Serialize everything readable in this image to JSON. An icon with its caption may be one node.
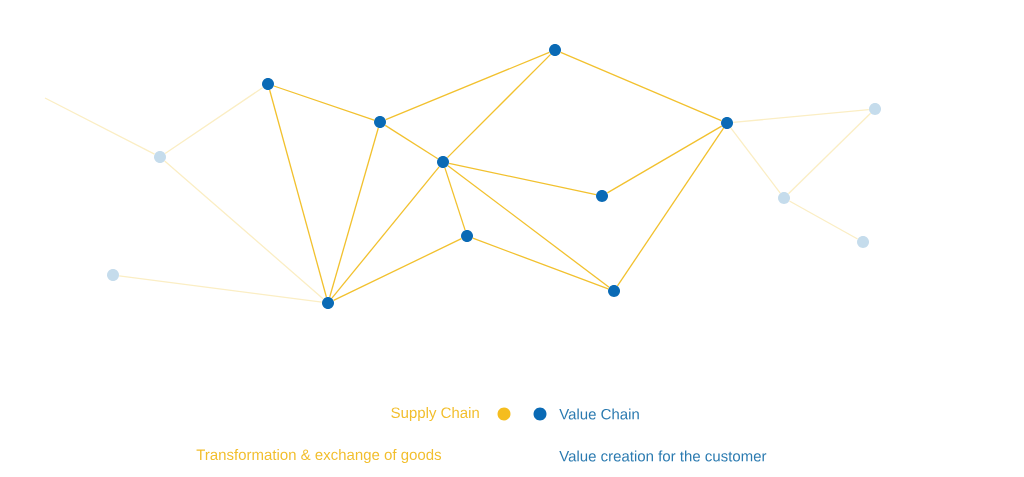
{
  "diagram": {
    "nodes": [
      {
        "text": [],
        "shape": "circle"
      },
      {
        "text": [],
        "shape": "circle"
      },
      {
        "text": [],
        "shape": "circle"
      },
      {
        "text": [],
        "shape": "circle"
      },
      {
        "text": [],
        "shape": "circle"
      },
      {
        "text": [],
        "shape": "circle"
      },
      {
        "text": [],
        "shape": "circle"
      },
      {
        "text": [],
        "shape": "circle"
      },
      {
        "text": [],
        "shape": "circle"
      },
      {
        "text": [],
        "shape": "circle"
      },
      {
        "text": [],
        "shape": "circle"
      },
      {
        "text": [],
        "shape": "circle"
      },
      {
        "text": [],
        "shape": "circle"
      },
      {
        "text": [],
        "shape": "circle"
      }
    ],
    "edges": [
      {
        "from": 2,
        "to": 4,
        "arrow": "none"
      },
      {
        "from": 2,
        "to": 3,
        "arrow": "none"
      },
      {
        "from": 4,
        "to": 7,
        "arrow": "none"
      },
      {
        "from": 4,
        "to": 3,
        "arrow": "none"
      },
      {
        "from": 4,
        "to": 5,
        "arrow": "none"
      },
      {
        "from": 7,
        "to": 5,
        "arrow": "none"
      },
      {
        "from": 7,
        "to": 10,
        "arrow": "none"
      },
      {
        "from": 5,
        "to": 8,
        "arrow": "none"
      },
      {
        "from": 8,
        "to": 10,
        "arrow": "none"
      },
      {
        "from": 5,
        "to": 6,
        "arrow": "none"
      },
      {
        "from": 5,
        "to": 3,
        "arrow": "none"
      },
      {
        "from": 5,
        "to": 9,
        "arrow": "none"
      },
      {
        "from": 6,
        "to": 3,
        "arrow": "none"
      },
      {
        "from": 6,
        "to": 9,
        "arrow": "none"
      },
      {
        "from": 9,
        "to": 10,
        "arrow": "none"
      },
      {
        "from": null,
        "to": 1,
        "arrow": "none",
        "color": "#fbeec4"
      },
      {
        "from": 1,
        "to": 2,
        "arrow": "none",
        "color": "#fbeec4"
      },
      {
        "from": 1,
        "to": 3,
        "arrow": "none",
        "color": "#fbeec4"
      },
      {
        "from": 0,
        "to": 3,
        "arrow": "none",
        "color": "#fbeec4"
      },
      {
        "from": 10,
        "to": 13,
        "arrow": "none",
        "color": "#fbeec4"
      },
      {
        "from": 10,
        "to": 11,
        "arrow": "none",
        "color": "#fbeec4"
      },
      {
        "from": 11,
        "to": 13,
        "arrow": "none",
        "color": "#fbeec4"
      },
      {
        "from": 11,
        "to": 12,
        "arrow": "none",
        "color": "#fbeec4"
      }
    ],
    "labels": [
      "Transformation & exchange of goods",
      "Value creation for the customer"
    ],
    "legend": [
      {
        "text": "Supply Chain",
        "color": "#f5bd1f"
      },
      {
        "text": "Value Chain",
        "color": "#0a6ab5"
      }
    ]
  }
}
